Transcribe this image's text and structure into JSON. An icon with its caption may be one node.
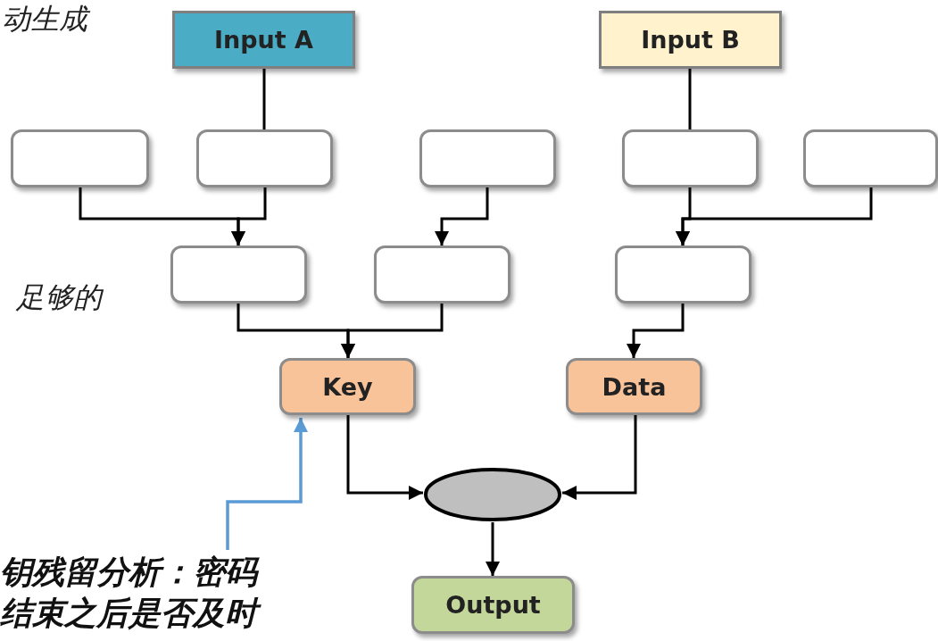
{
  "diagram": {
    "nodes": [
      {
        "text": [
          "Input A"
        ]
      },
      {
        "text": [
          "Input B"
        ]
      },
      {
        "text": [],
        "shape": "box"
      },
      {
        "text": [],
        "shape": "box"
      },
      {
        "text": [],
        "shape": "box"
      },
      {
        "text": [],
        "shape": "box"
      },
      {
        "text": [],
        "shape": "box"
      },
      {
        "text": [],
        "shape": "box"
      },
      {
        "text": [],
        "shape": "box"
      },
      {
        "text": [],
        "shape": "box"
      },
      {
        "text": [
          "Key"
        ]
      },
      {
        "text": [
          "Data"
        ]
      },
      {
        "text": [],
        "shape": "circle"
      },
      {
        "text": [
          "Output"
        ]
      },
      {
        "text": [
          "钥残留分析：密码结束之后是否及时"
        ]
      }
    ],
    "edges": [
      {
        "from": 0,
        "to": 3,
        "arrow": "none"
      },
      {
        "from": 1,
        "to": 5,
        "arrow": "none"
      },
      {
        "from": 2,
        "to": 7,
        "arrow": "to"
      },
      {
        "from": 3,
        "to": 7,
        "arrow": "to"
      },
      {
        "from": 4,
        "to": 8,
        "arrow": "to"
      },
      {
        "from": 5,
        "to": 9,
        "arrow": "to"
      },
      {
        "from": 6,
        "to": 9,
        "arrow": "to"
      },
      {
        "from": 7,
        "to": 10,
        "arrow": "to"
      },
      {
        "from": 8,
        "to": 10,
        "arrow": "to"
      },
      {
        "from": 9,
        "to": 11,
        "arrow": "to"
      },
      {
        "from": 10,
        "to": 12,
        "arrow": "to"
      },
      {
        "from": 11,
        "to": 12,
        "arrow": "to"
      },
      {
        "from": 12,
        "to": 13,
        "arrow": "to"
      },
      {
        "from": 14,
        "to": 10,
        "arrow": "to",
        "color": "#5b9bd5"
      }
    ],
    "labels": [
      "动生成",
      "足够的"
    ]
  }
}
